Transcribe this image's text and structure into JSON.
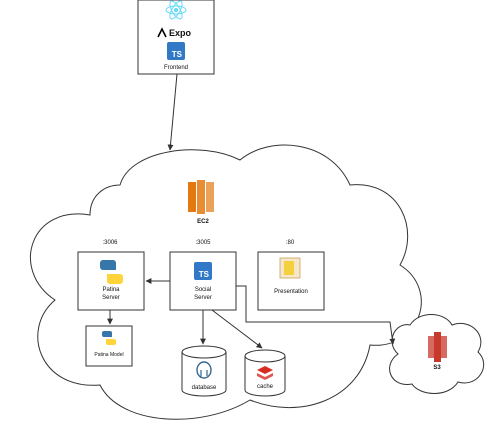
{
  "frontend": {
    "expo_label": "Expo",
    "ts_badge": "TS",
    "label": "Frontend"
  },
  "ec2": {
    "label": "EC2"
  },
  "ports": {
    "patina": ":3006",
    "social": ":3005",
    "presentation": ":80"
  },
  "patina_server": {
    "line1": "Patina",
    "line2": "Server"
  },
  "social_server": {
    "ts_badge": "TS",
    "line1": "Social",
    "line2": "Server"
  },
  "presentation": {
    "label": "Presentation"
  },
  "patina_model": {
    "label": "Patina Model"
  },
  "database": {
    "label": "database"
  },
  "cache": {
    "label": "cache"
  },
  "s3": {
    "label": "S3"
  },
  "colors": {
    "react": "#61dafb",
    "typescript": "#3178c6",
    "aws_orange": "#e47911",
    "s3_red": "#c7392b",
    "python_blue": "#3776ab",
    "python_yellow": "#ffd43b",
    "postgres": "#336791",
    "redis": "#d82c20"
  }
}
